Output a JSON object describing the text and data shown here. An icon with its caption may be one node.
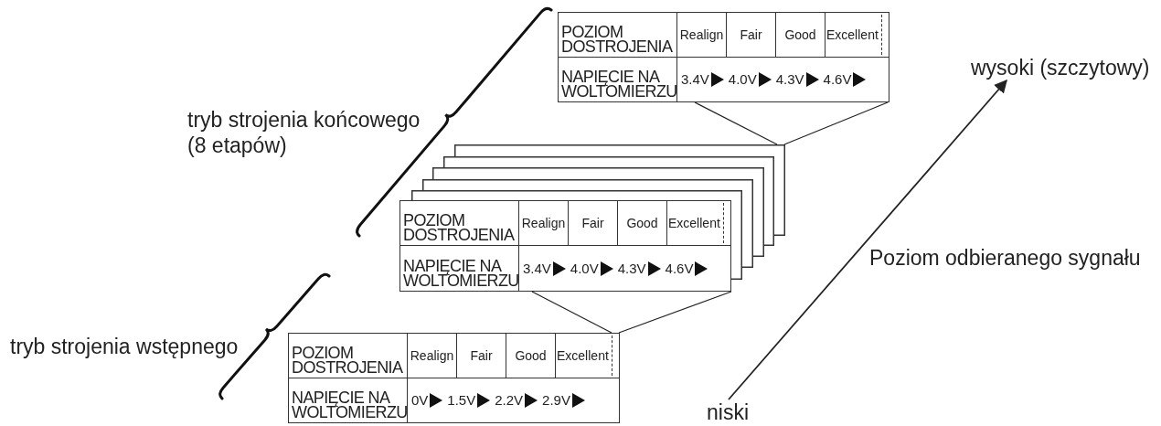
{
  "diagram": {
    "nodes": [
      {
        "text": [
          "POZIOM DOSTROJENIA",
          "Realign",
          "Fair",
          "Good",
          "Excellent",
          "NAPIĘCIE NA WOLTOMIERZU",
          "3.4V",
          "4.0V",
          "4.3V",
          "4.6V"
        ]
      },
      {
        "text": [
          "wysoki (szczytowy)"
        ]
      },
      {
        "text": [
          "POZIOM DOSTROJENIA",
          "Realign",
          "Fair",
          "Good",
          "Excellent",
          "NAPIĘCIE NA WOLTOMIERZU",
          "3.4V",
          "4.0V",
          "4.3V",
          "4.6V"
        ]
      },
      {
        "text": [
          "POZIOM DOSTROJENIA",
          "Realign",
          "Fair",
          "Good",
          "Excellent",
          "NAPIĘCIE NA WOLTOMIERZU",
          "0V",
          "1.5V",
          "2.2V",
          "2.9V"
        ]
      },
      {
        "text": [
          "niski"
        ]
      }
    ],
    "edges": [
      {
        "from": 0,
        "to": 2,
        "arrow": "none"
      },
      {
        "from": 0,
        "to": 2,
        "arrow": "none"
      },
      {
        "from": 2,
        "to": 3,
        "arrow": "none"
      },
      {
        "from": 2,
        "to": 3,
        "arrow": "none"
      },
      {
        "from": 4,
        "to": 1,
        "arrow": "to",
        "label": "Poziom odbieranego sygnału"
      }
    ],
    "labels": [
      "tryb strojenia końcowego (8 etapów)",
      "tryb strojenia wstępnego"
    ]
  }
}
